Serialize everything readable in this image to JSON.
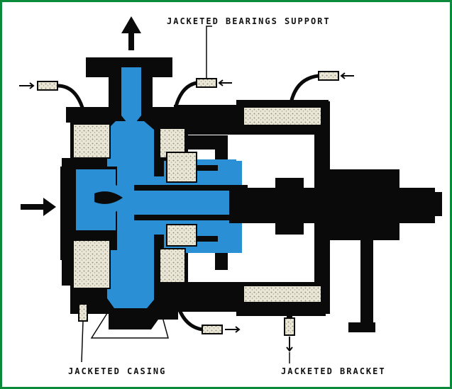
{
  "diagram": {
    "labels": {
      "bearings_support": "JACKETED BEARINGS SUPPORT",
      "casing": "JACKETED CASING",
      "bracket": "JACKETED BRACKET"
    },
    "colors": {
      "frame": "#0a8a3a",
      "metal": "#0a0a0a",
      "fluid": "#2b8fd6",
      "insulation": "#eae6d6",
      "background": "#ffffff"
    }
  }
}
